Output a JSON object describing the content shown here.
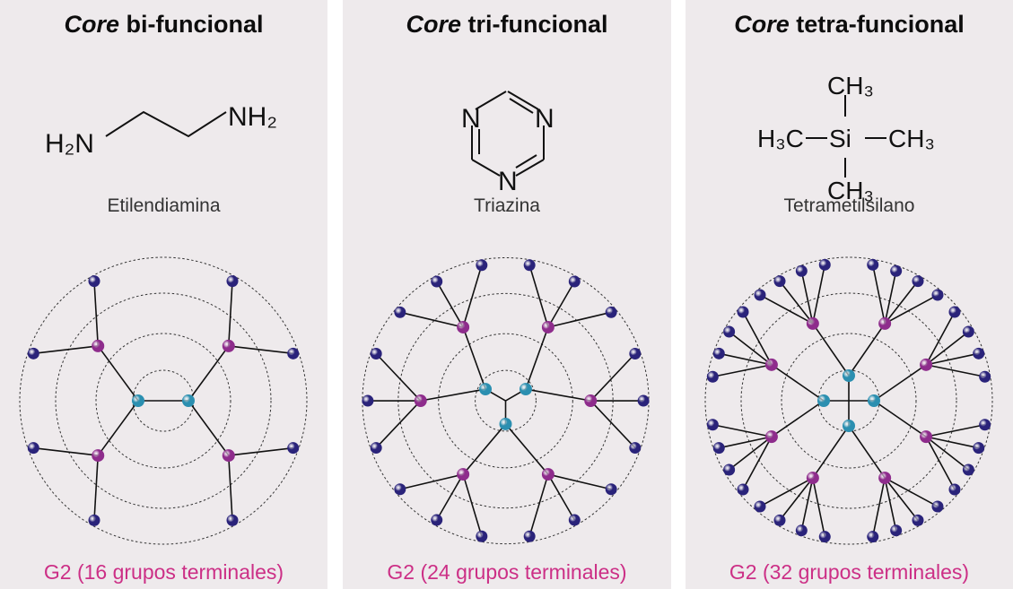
{
  "panels": [
    {
      "title_italic": "Core",
      "title_rest": " bi-funcional",
      "molecule_name": "Etilendiamina",
      "caption": "G2 (16 grupos terminales)",
      "formula": {
        "left": "H₂N",
        "right": "NH₂"
      }
    },
    {
      "title_italic": "Core",
      "title_rest": " tri-funcional",
      "molecule_name": "Triazina",
      "caption": "G2 (24 grupos terminales)",
      "formula": {
        "atom": "N"
      }
    },
    {
      "title_italic": "Core",
      "title_rest": " tetra-funcional",
      "molecule_name": "Tetrametilsilano",
      "caption": "G2 (32 grupos terminales)",
      "formula": {
        "top": "CH₃",
        "left": "H₃C",
        "center": "Si",
        "right": "CH₃",
        "bottom": "CH₃"
      }
    }
  ],
  "colors": {
    "core_node": "#2b8fb0",
    "generation_node": "#8e2c8c",
    "terminal_node": "#2a237a",
    "bond": "#111111",
    "ring": "#333333",
    "caption": "#cc2f86"
  }
}
